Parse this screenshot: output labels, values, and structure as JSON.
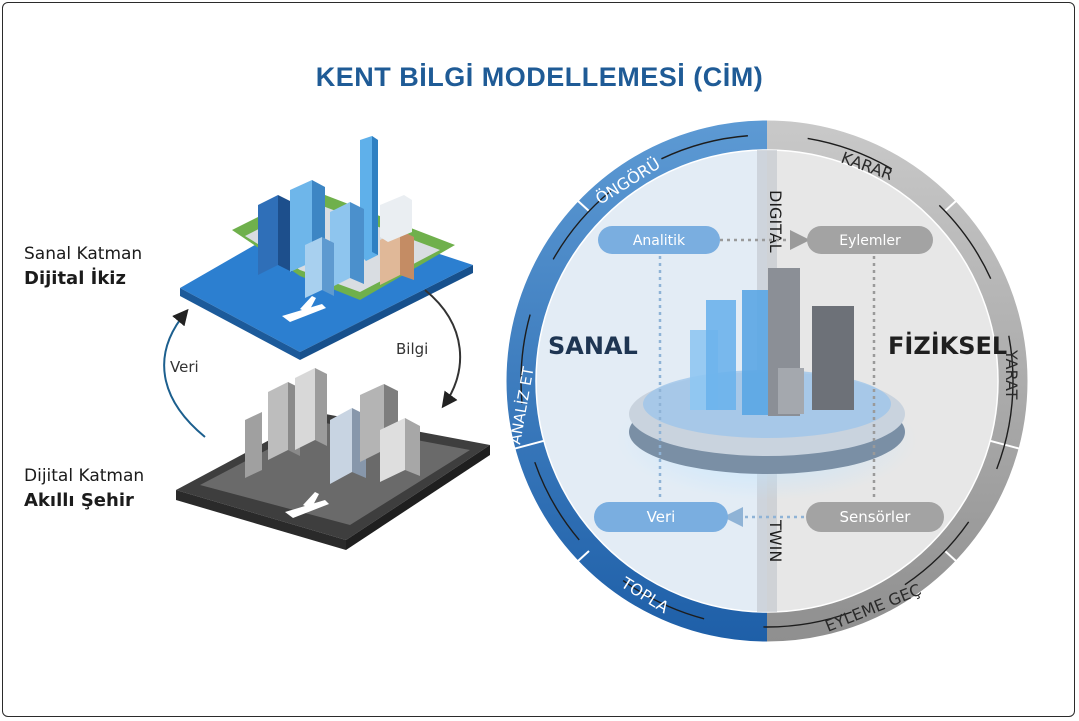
{
  "title": "KENT BİLGİ MODELLEMESİ (CİM)",
  "left": {
    "top_layer": {
      "line1": "Sanal Katman",
      "line2": "Dijital İkiz"
    },
    "bottom_layer": {
      "line1": "Dijital Katman",
      "line2": "Akıllı Şehir"
    },
    "arrow_up_label": "Veri",
    "arrow_down_label": "Bilgi"
  },
  "cycle": {
    "left_half": "SANAL",
    "right_half": "FİZİKSEL",
    "divider_top": "DIGITAL",
    "divider_bottom": "TWIN",
    "ring": {
      "ongoru": "ÖNGÖRÜ",
      "karar": "KARAR",
      "yarat": "YARAT",
      "eyleme_gec": "EYLEME GEÇ",
      "topla": "TOPLA",
      "analiz_et": "ANALİZ ET"
    },
    "nodes": {
      "analitik": "Analitik",
      "eylemler": "Eylemler",
      "veri": "Veri",
      "sensorler": "Sensörler"
    }
  },
  "colors": {
    "title": "#1f5b96",
    "ring_blue_dark": "#1e5fa8",
    "ring_blue_light": "#6fa6d8",
    "ring_gray": "#a9a9a9",
    "virtual_fill": "#e3ecf5",
    "physical_fill": "#e7e7e7",
    "node_blue": "#7aaee0",
    "node_gray": "#a3a3a3"
  }
}
